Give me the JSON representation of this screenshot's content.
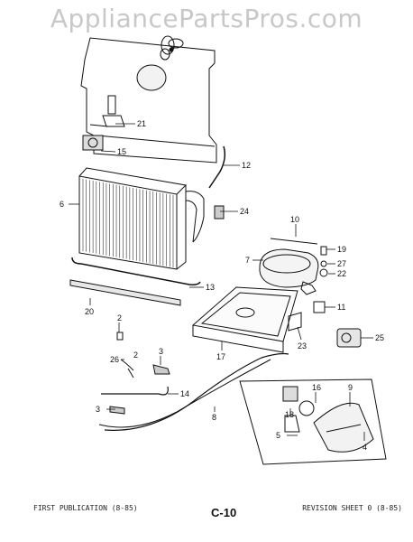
{
  "watermark": "AppliancePartsPros.com",
  "footer": {
    "left": "FIRST PUBLICATION (8-85)",
    "right": "REVISION SHEET 0 (8-85)",
    "page": "C-10"
  },
  "callouts": [
    "21",
    "15",
    "12",
    "6",
    "24",
    "10",
    "19",
    "7",
    "27",
    "22",
    "13",
    "20",
    "11",
    "2",
    "25",
    "23",
    "17",
    "26",
    "3",
    "14",
    "16",
    "9",
    "18",
    "8",
    "5",
    "4"
  ],
  "colors": {
    "line": "#111111",
    "watermark": "#c8c8c8",
    "background": "#ffffff"
  }
}
